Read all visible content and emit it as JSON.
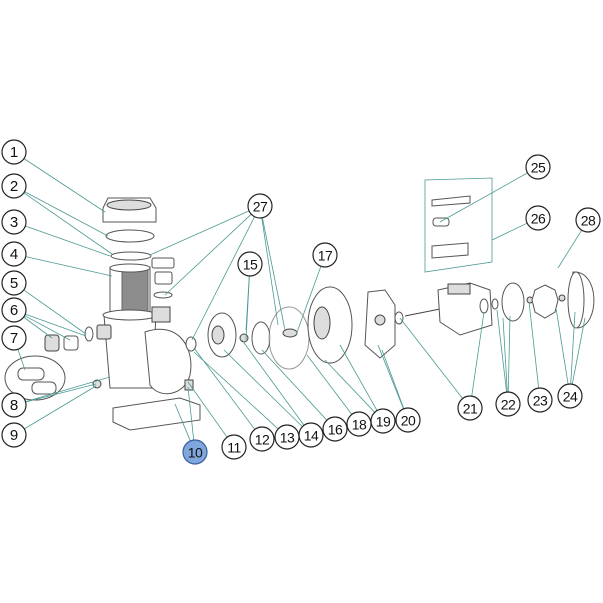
{
  "diagram": {
    "type": "exploded-parts-diagram",
    "highlight_color": "#7fa6dd",
    "leader_color": "#4b9a93",
    "highlighted_label": "10",
    "callouts": [
      "1",
      "2",
      "3",
      "4",
      "5",
      "6",
      "7",
      "8",
      "9",
      "10",
      "11",
      "12",
      "13",
      "14",
      "15",
      "16",
      "17",
      "18",
      "19",
      "20",
      "21",
      "22",
      "23",
      "24",
      "25",
      "26",
      "27",
      "28"
    ]
  }
}
